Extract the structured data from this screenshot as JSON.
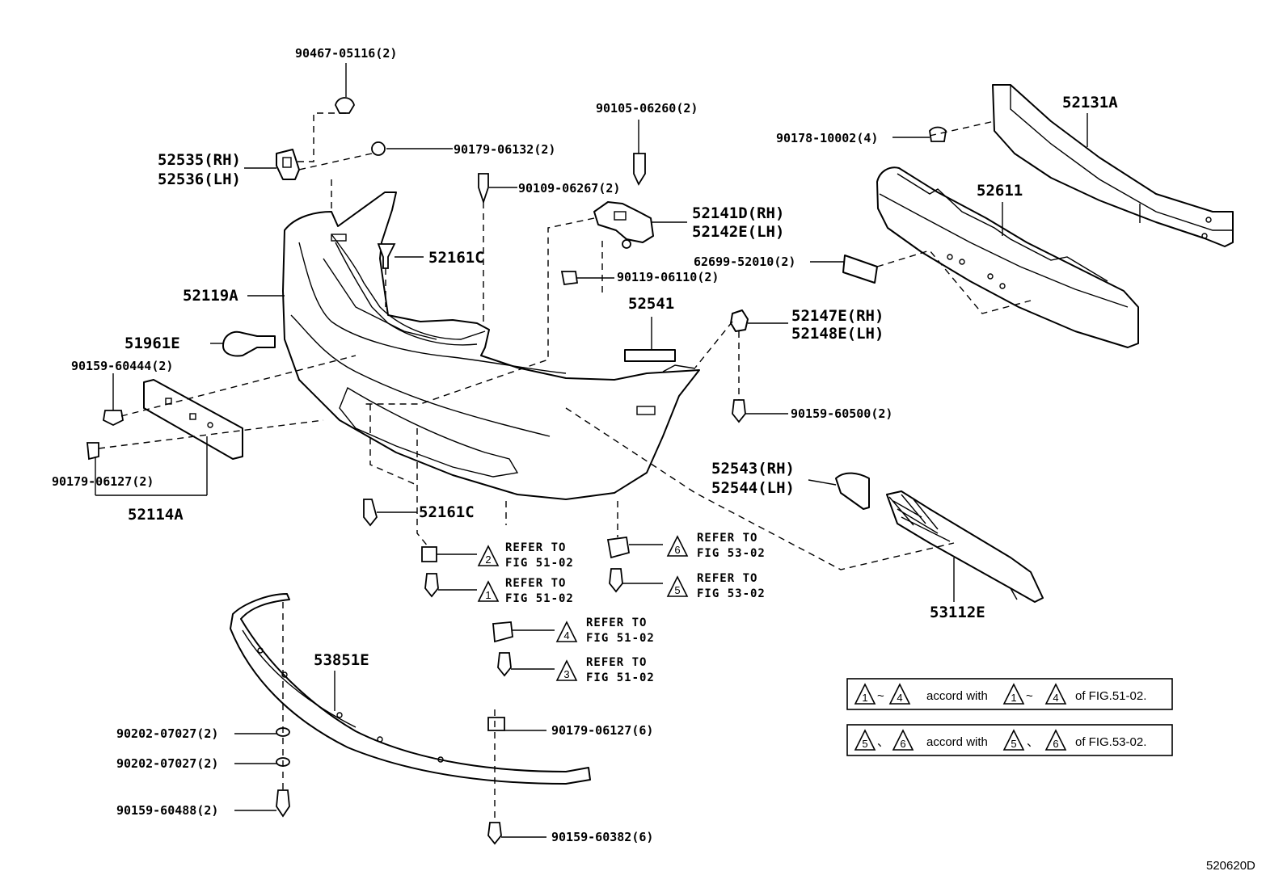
{
  "diagram_id": "520620D",
  "labels": {
    "p1": "90467-05116(2)",
    "p2": "90179-06132(2)",
    "p3a": "52535(RH)",
    "p3b": "52536(LH)",
    "p4": "90109-06267(2)",
    "p5": "52161C",
    "p6": "52119A",
    "p7": "51961E",
    "p8": "90159-60444(2)",
    "p9": "90179-06127(2)",
    "p10": "52114A",
    "p11": "52161C",
    "p12": "90105-06260(2)",
    "p13a": "52141D(RH)",
    "p13b": "52142E(LH)",
    "p14": "90119-06110(2)",
    "p15": "52541",
    "p16a": "52147E(RH)",
    "p16b": "52148E(LH)",
    "p17": "90159-60500(2)",
    "p18a": "52543(RH)",
    "p18b": "52544(LH)",
    "p19": "53112E",
    "p20": "90178-10002(4)",
    "p21": "52131A",
    "p22": "52611",
    "p23": "62699-52010(2)",
    "p24": "53851E",
    "p25": "90202-07027(2)",
    "p26": "90202-07027(2)",
    "p27": "90159-60488(2)",
    "p28": "90179-06127(6)",
    "p29": "90159-60382(6)"
  },
  "refs": [
    {
      "num": "2",
      "line1": "REFER TO",
      "line2": "FIG 51-02"
    },
    {
      "num": "1",
      "line1": "REFER TO",
      "line2": "FIG 51-02"
    },
    {
      "num": "4",
      "line1": "REFER TO",
      "line2": "FIG 51-02"
    },
    {
      "num": "3",
      "line1": "REFER TO",
      "line2": "FIG 51-02"
    },
    {
      "num": "6",
      "line1": "REFER TO",
      "line2": "FIG 53-02"
    },
    {
      "num": "5",
      "line1": "REFER TO",
      "line2": "FIG 53-02"
    }
  ],
  "legend": [
    {
      "a": "1",
      "sep": "~",
      "b": "4",
      "text": "accord with",
      "c": "1",
      "sep2": "~",
      "d": "4",
      "tail": "of FIG.51-02."
    },
    {
      "a": "5",
      "sep": "、",
      "b": "6",
      "text": "accord with",
      "c": "5",
      "sep2": "、",
      "d": "6",
      "tail": "of FIG.53-02."
    }
  ]
}
